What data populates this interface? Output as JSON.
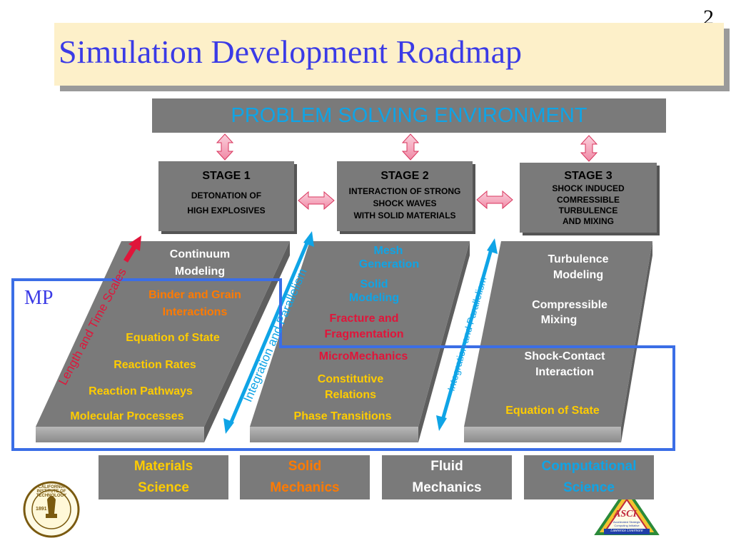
{
  "page_number": "2",
  "title": "Simulation Development Roadmap",
  "problem_solving_environment": "PROBLEM SOLVING ENVIRONMENT",
  "stages": [
    {
      "title": "STAGE 1",
      "lines": [
        "DETONATION OF",
        "HIGH EXPLOSIVES"
      ]
    },
    {
      "title": "STAGE 2",
      "lines": [
        "INTERACTION OF STRONG",
        "SHOCK WAVES",
        "WITH SOLID MATERIALS"
      ]
    },
    {
      "title": "STAGE 3",
      "lines": [
        "SHOCK INDUCED",
        "COMRESSIBLE",
        "TURBULENCE",
        "AND MIXING"
      ]
    }
  ],
  "columns": {
    "materials": {
      "continuum_modeling": [
        "Continuum",
        "Modeling"
      ],
      "binder_grain": [
        "Binder and Grain",
        "Interactions"
      ],
      "equation_of_state": "Equation of State",
      "reaction_rates": "Reaction Rates",
      "reaction_pathways": "Reaction Pathways",
      "molecular_processes": "Molecular Processes"
    },
    "solid": {
      "mesh_generation": [
        "Mesh",
        "Generation"
      ],
      "solid_modeling": [
        "Solid",
        "Modeling"
      ],
      "fracture": [
        "Fracture and",
        "Fragmentation"
      ],
      "micromechanics": "MicroMechanics",
      "constitutive": [
        "Constitutive",
        "Relations"
      ],
      "phase_transitions": "Phase Transitions"
    },
    "fluid": {
      "turbulence": [
        "Turbulence",
        "Modeling"
      ],
      "compressible": [
        "Compressible",
        "Mixing"
      ],
      "shock_contact": [
        "Shock-Contact",
        "Interaction"
      ],
      "equation_of_state": "Equation of State"
    }
  },
  "diagonal_labels": {
    "length_time": "Length and Time Scales",
    "integration_1": "Integration and Parallelism",
    "integration_2": "Integration and Parallelism"
  },
  "mp_label": "MP",
  "disciplines": [
    {
      "line1": "Materials",
      "line2": "Science",
      "color": "#ffcc00"
    },
    {
      "line1": "Solid",
      "line2": "Mechanics",
      "color": "#ff7a00"
    },
    {
      "line1": "Fluid",
      "line2": "Mechanics",
      "color": "#ffffff"
    },
    {
      "line1": "Computational",
      "line2": "Science",
      "color": "#0fa4e6"
    }
  ],
  "caltech_logo": {
    "year": "1891",
    "text": "CALIFORNIA INSTITUTE OF TECHNOLOGY"
  },
  "asci_logo": {
    "mark": "ASCI",
    "text": "Accelerated Strategic Computing Initiative",
    "footer": "Lawrence Livermore"
  },
  "colors": {
    "title_blue": "#3b3be6",
    "title_bg": "#fdf0c9",
    "panel_gray": "#7a7a7a",
    "cyan": "#0fa4e6",
    "yellow": "#ffcc00",
    "orange": "#ff7a00",
    "red": "#e0153a",
    "pink_arrow": "#f4a0b4",
    "mp_border": "#3b6ee6"
  }
}
